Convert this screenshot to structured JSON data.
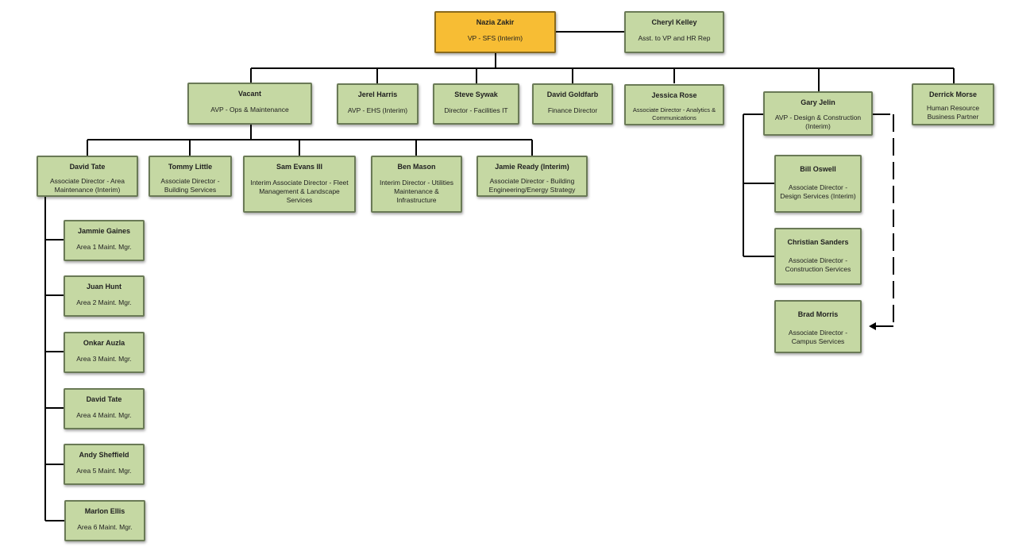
{
  "org": {
    "root": {
      "name": "Nazia Zakir",
      "title": "VP - SFS (Interim)"
    },
    "assistant": {
      "name": "Cheryl Kelley",
      "title": "Asst. to VP and HR Rep"
    },
    "level1": {
      "vacant": {
        "name": "Vacant",
        "title": "AVP - Ops & Maintenance"
      },
      "jerel": {
        "name": "Jerel Harris",
        "title": "AVP - EHS (Interim)"
      },
      "steve": {
        "name": "Steve Sywak",
        "title": "Director - Facilities IT"
      },
      "david_g": {
        "name": "David Goldfarb",
        "title": "Finance Director"
      },
      "jessica": {
        "name": "Jessica Rose",
        "title": "Associate Director - Analytics & Communications"
      },
      "gary": {
        "name": "Gary Jelin",
        "title": "AVP - Design & Construction (Interim)"
      },
      "derrick": {
        "name": "Derrick Morse",
        "title": "Human Resource Business Partner"
      }
    },
    "ops": {
      "david_t": {
        "name": "David Tate",
        "title": "Associate Director - Area Maintenance (Interim)"
      },
      "tommy": {
        "name": "Tommy Little",
        "title": "Associate Director - Building Services"
      },
      "sam": {
        "name": "Sam Evans III",
        "title": "Interim Associate Director - Fleet Management & Landscape Services"
      },
      "ben": {
        "name": "Ben Mason",
        "title": "Interim Director - Utilities Maintenance & Infrastructure"
      },
      "jamie": {
        "name": "Jamie Ready (Interim)",
        "title": "Associate Director - Building Engineering/Energy Strategy"
      }
    },
    "areas": [
      {
        "name": "Jammie Gaines",
        "title": "Area 1 Maint. Mgr."
      },
      {
        "name": "Juan Hunt",
        "title": "Area 2 Maint. Mgr."
      },
      {
        "name": "Onkar Auzla",
        "title": "Area 3 Maint. Mgr."
      },
      {
        "name": "David Tate",
        "title": "Area 4 Maint. Mgr."
      },
      {
        "name": "Andy Sheffield",
        "title": "Area 5 Maint. Mgr."
      },
      {
        "name": "Marlon Ellis",
        "title": "Area 6 Maint. Mgr."
      }
    ],
    "design": {
      "bill": {
        "name": "Bill Oswell",
        "title": "Associate Director - Design Services (Interim)"
      },
      "christian": {
        "name": "Christian Sanders",
        "title": "Associate Director - Construction Services"
      },
      "brad": {
        "name": "Brad Morris",
        "title": "Associate Director - Campus Services"
      }
    }
  },
  "colors": {
    "root_fill": "#f7bd34",
    "node_fill": "#c5d8a3",
    "line": "#000000"
  }
}
